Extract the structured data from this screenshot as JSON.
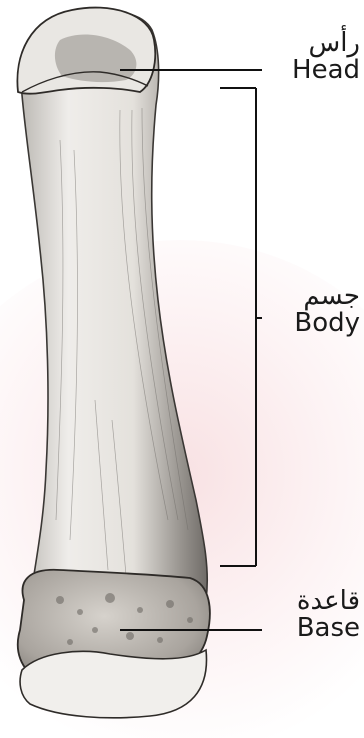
{
  "labels": {
    "head": {
      "ar": "رأس",
      "en": "Head"
    },
    "body": {
      "ar": "جسم",
      "en": "Body"
    },
    "base": {
      "ar": "قاعدة",
      "en": "Base"
    }
  },
  "colors": {
    "bone_fill": "#e8e6e2",
    "bone_shade": "#8d8a86",
    "line": "#111111",
    "background_wash": "#f1c9cc"
  }
}
